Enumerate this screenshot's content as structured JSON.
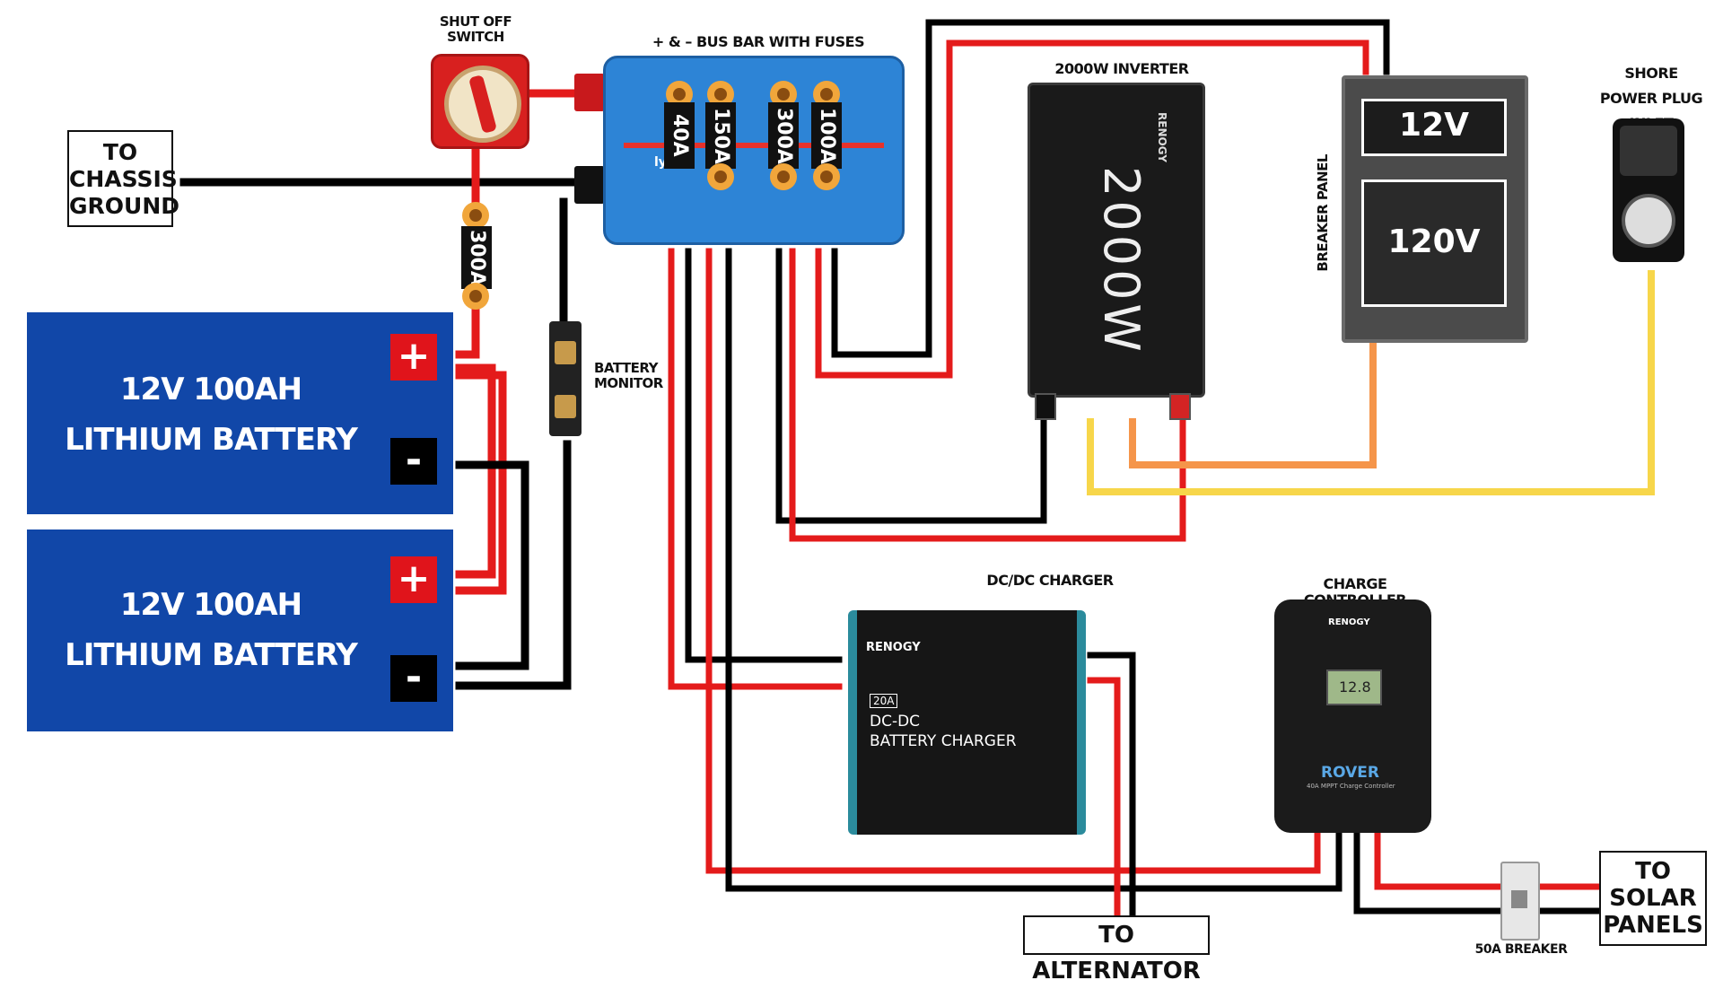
{
  "labels": {
    "shutoff_switch": "SHUT OFF SWITCH",
    "bus_bar": "+ & – BUS BAR WITH FUSES",
    "inverter_title": "2000W INVERTER",
    "shore_power": "SHORE POWER PLUG INLET",
    "chassis_ground": "TO CHASSIS GROUND",
    "battery_monitor": "BATTERY MONITOR",
    "breaker_panel": "BREAKER PANEL",
    "dcdc_title": "DC/DC CHARGER",
    "charge_controller": "CHARGE CONTROLLER",
    "to_alternator": "TO ALTERNATOR",
    "to_solar": "TO SOLAR PANELS",
    "breaker_50a": "50A BREAKER"
  },
  "batteries": [
    {
      "line1": "12V 100AH",
      "line2": "LITHIUM BATTERY"
    },
    {
      "line1": "12V 100AH",
      "line2": "LITHIUM BATTERY"
    }
  ],
  "terminals": {
    "pos": "+",
    "neg": "-"
  },
  "fuses": {
    "main": "300A",
    "bus": [
      "40A",
      "150A",
      "300A",
      "100A"
    ]
  },
  "bus_bar_brand": "lynx",
  "inverter": {
    "rating": "2000W",
    "brand": "RENOGY"
  },
  "breaker_panel_sections": {
    "dc": "12V",
    "ac": "120V"
  },
  "dcdc": {
    "brand": "RENOGY",
    "badge": "20A",
    "line1": "DC-DC",
    "line2": "BATTERY CHARGER"
  },
  "controller": {
    "brand": "RENOGY",
    "display": "12.8",
    "model": "ROVER",
    "sub": "40A MPPT Charge Controller"
  },
  "colors": {
    "wire_red": "#e41b1b",
    "wire_black": "#000000",
    "wire_orange": "#f5954a",
    "wire_yellow": "#f7d64a",
    "battery_blue": "#1147a8",
    "bus_blue": "#2d84d6",
    "dcdc_teal": "#2b8b9c"
  }
}
